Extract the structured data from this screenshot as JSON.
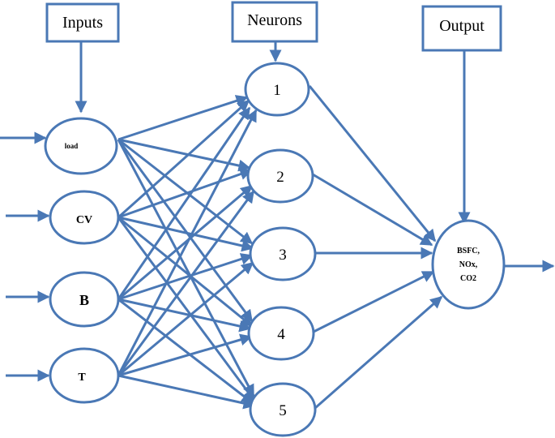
{
  "headers": {
    "inputs": "Inputs",
    "neurons": "Neurons",
    "output": "Output"
  },
  "inputs": [
    {
      "id": "load",
      "label": "load"
    },
    {
      "id": "cv",
      "label": "CV"
    },
    {
      "id": "b",
      "label": "B"
    },
    {
      "id": "t",
      "label": "T"
    }
  ],
  "neurons": [
    {
      "id": "n1",
      "label": "1"
    },
    {
      "id": "n2",
      "label": "2"
    },
    {
      "id": "n3",
      "label": "3"
    },
    {
      "id": "n4",
      "label": "4"
    },
    {
      "id": "n5",
      "label": "5"
    }
  ],
  "output": {
    "lines": [
      "BSFC,",
      "NOx,",
      "CO2"
    ]
  },
  "colors": {
    "stroke": "#4a78b5",
    "background": "#ffffff",
    "text": "#000000"
  }
}
